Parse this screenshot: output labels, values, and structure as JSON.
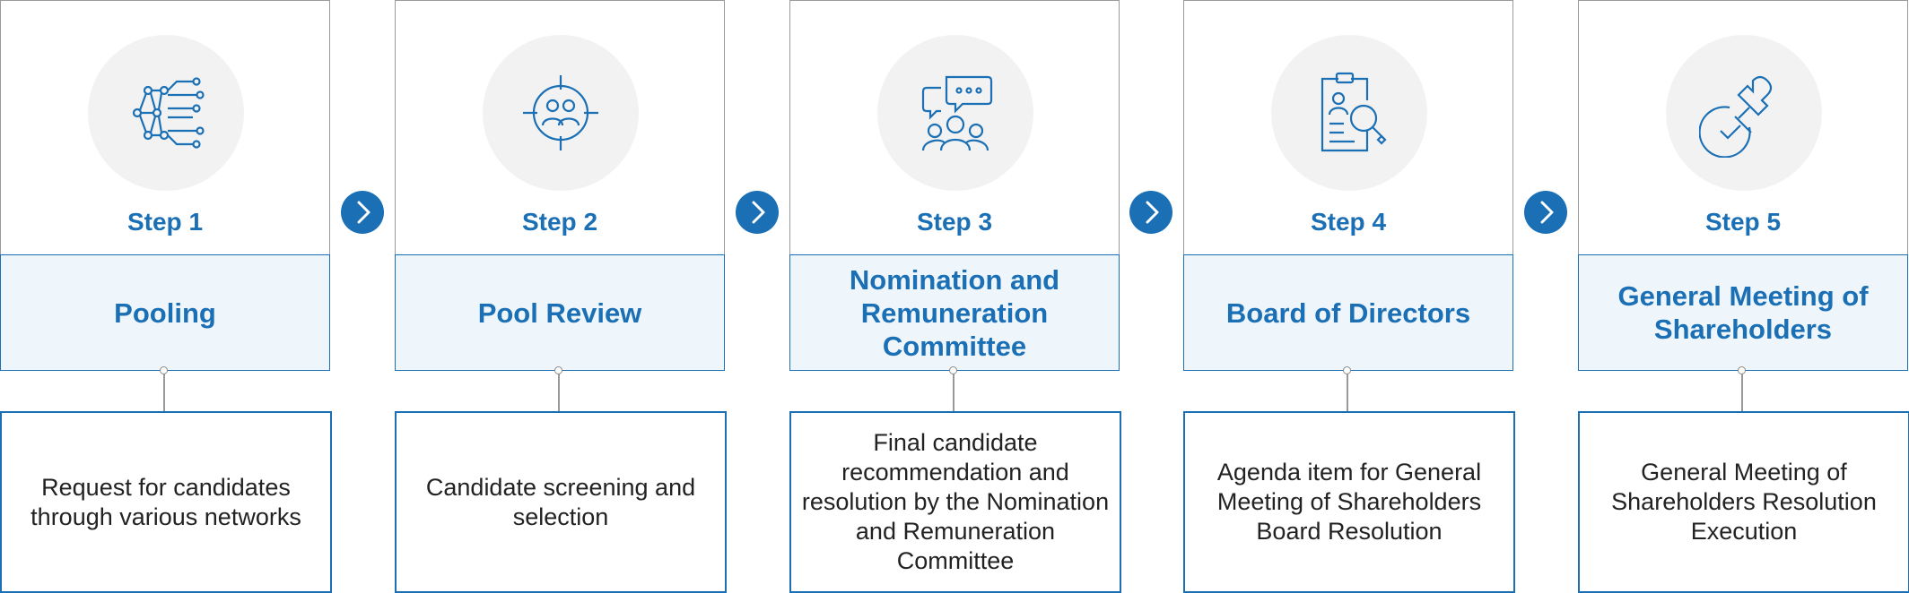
{
  "colors": {
    "accent": "#1a6fb5",
    "title_bg": "#eef5fb",
    "icon_bg": "#f2f2f2"
  },
  "steps": [
    {
      "step": "Step 1",
      "title": "Pooling",
      "desc": "Request for candidates\nthrough various networks",
      "icon": "network-icon"
    },
    {
      "step": "Step 2",
      "title": "Pool Review",
      "desc": "Candidate screening and\nselection",
      "icon": "target-people-icon"
    },
    {
      "step": "Step 3",
      "title": "Nomination and\nRemuneration\nCommittee",
      "desc": "Final candidate\nrecommendation and\nresolution by the Nomination\nand Remuneration\nCommittee",
      "icon": "committee-chat-icon"
    },
    {
      "step": "Step 4",
      "title": "Board of Directors",
      "desc": "Agenda item for General\nMeeting of Shareholders\nBoard Resolution",
      "icon": "clipboard-search-icon"
    },
    {
      "step": "Step 5",
      "title": "General Meeting of\nShareholders",
      "desc": "General Meeting of\nShareholders Resolution\nExecution",
      "icon": "stamp-check-icon"
    }
  ]
}
